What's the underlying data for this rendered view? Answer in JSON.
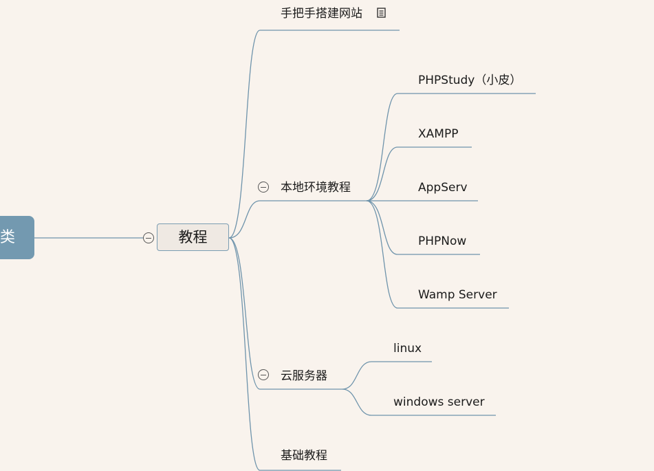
{
  "root": {
    "label": "类"
  },
  "main_topic": {
    "label": "教程"
  },
  "branches": {
    "site_build": "手把手搭建网站",
    "local_env": "本地环境教程",
    "cloud": "云服务器",
    "basics": "基础教程"
  },
  "local_env_children": [
    "PHPStudy（小皮）",
    "XAMPP",
    "AppServ",
    "PHPNow",
    "Wamp Server"
  ],
  "cloud_children": [
    "linux",
    "windows server"
  ],
  "icons": {
    "collapse": "minus-circle-icon",
    "note": "note-icon"
  },
  "colors": {
    "background": "#f9f3ed",
    "line": "#6e93ab",
    "root_fill": "#7399b0"
  }
}
